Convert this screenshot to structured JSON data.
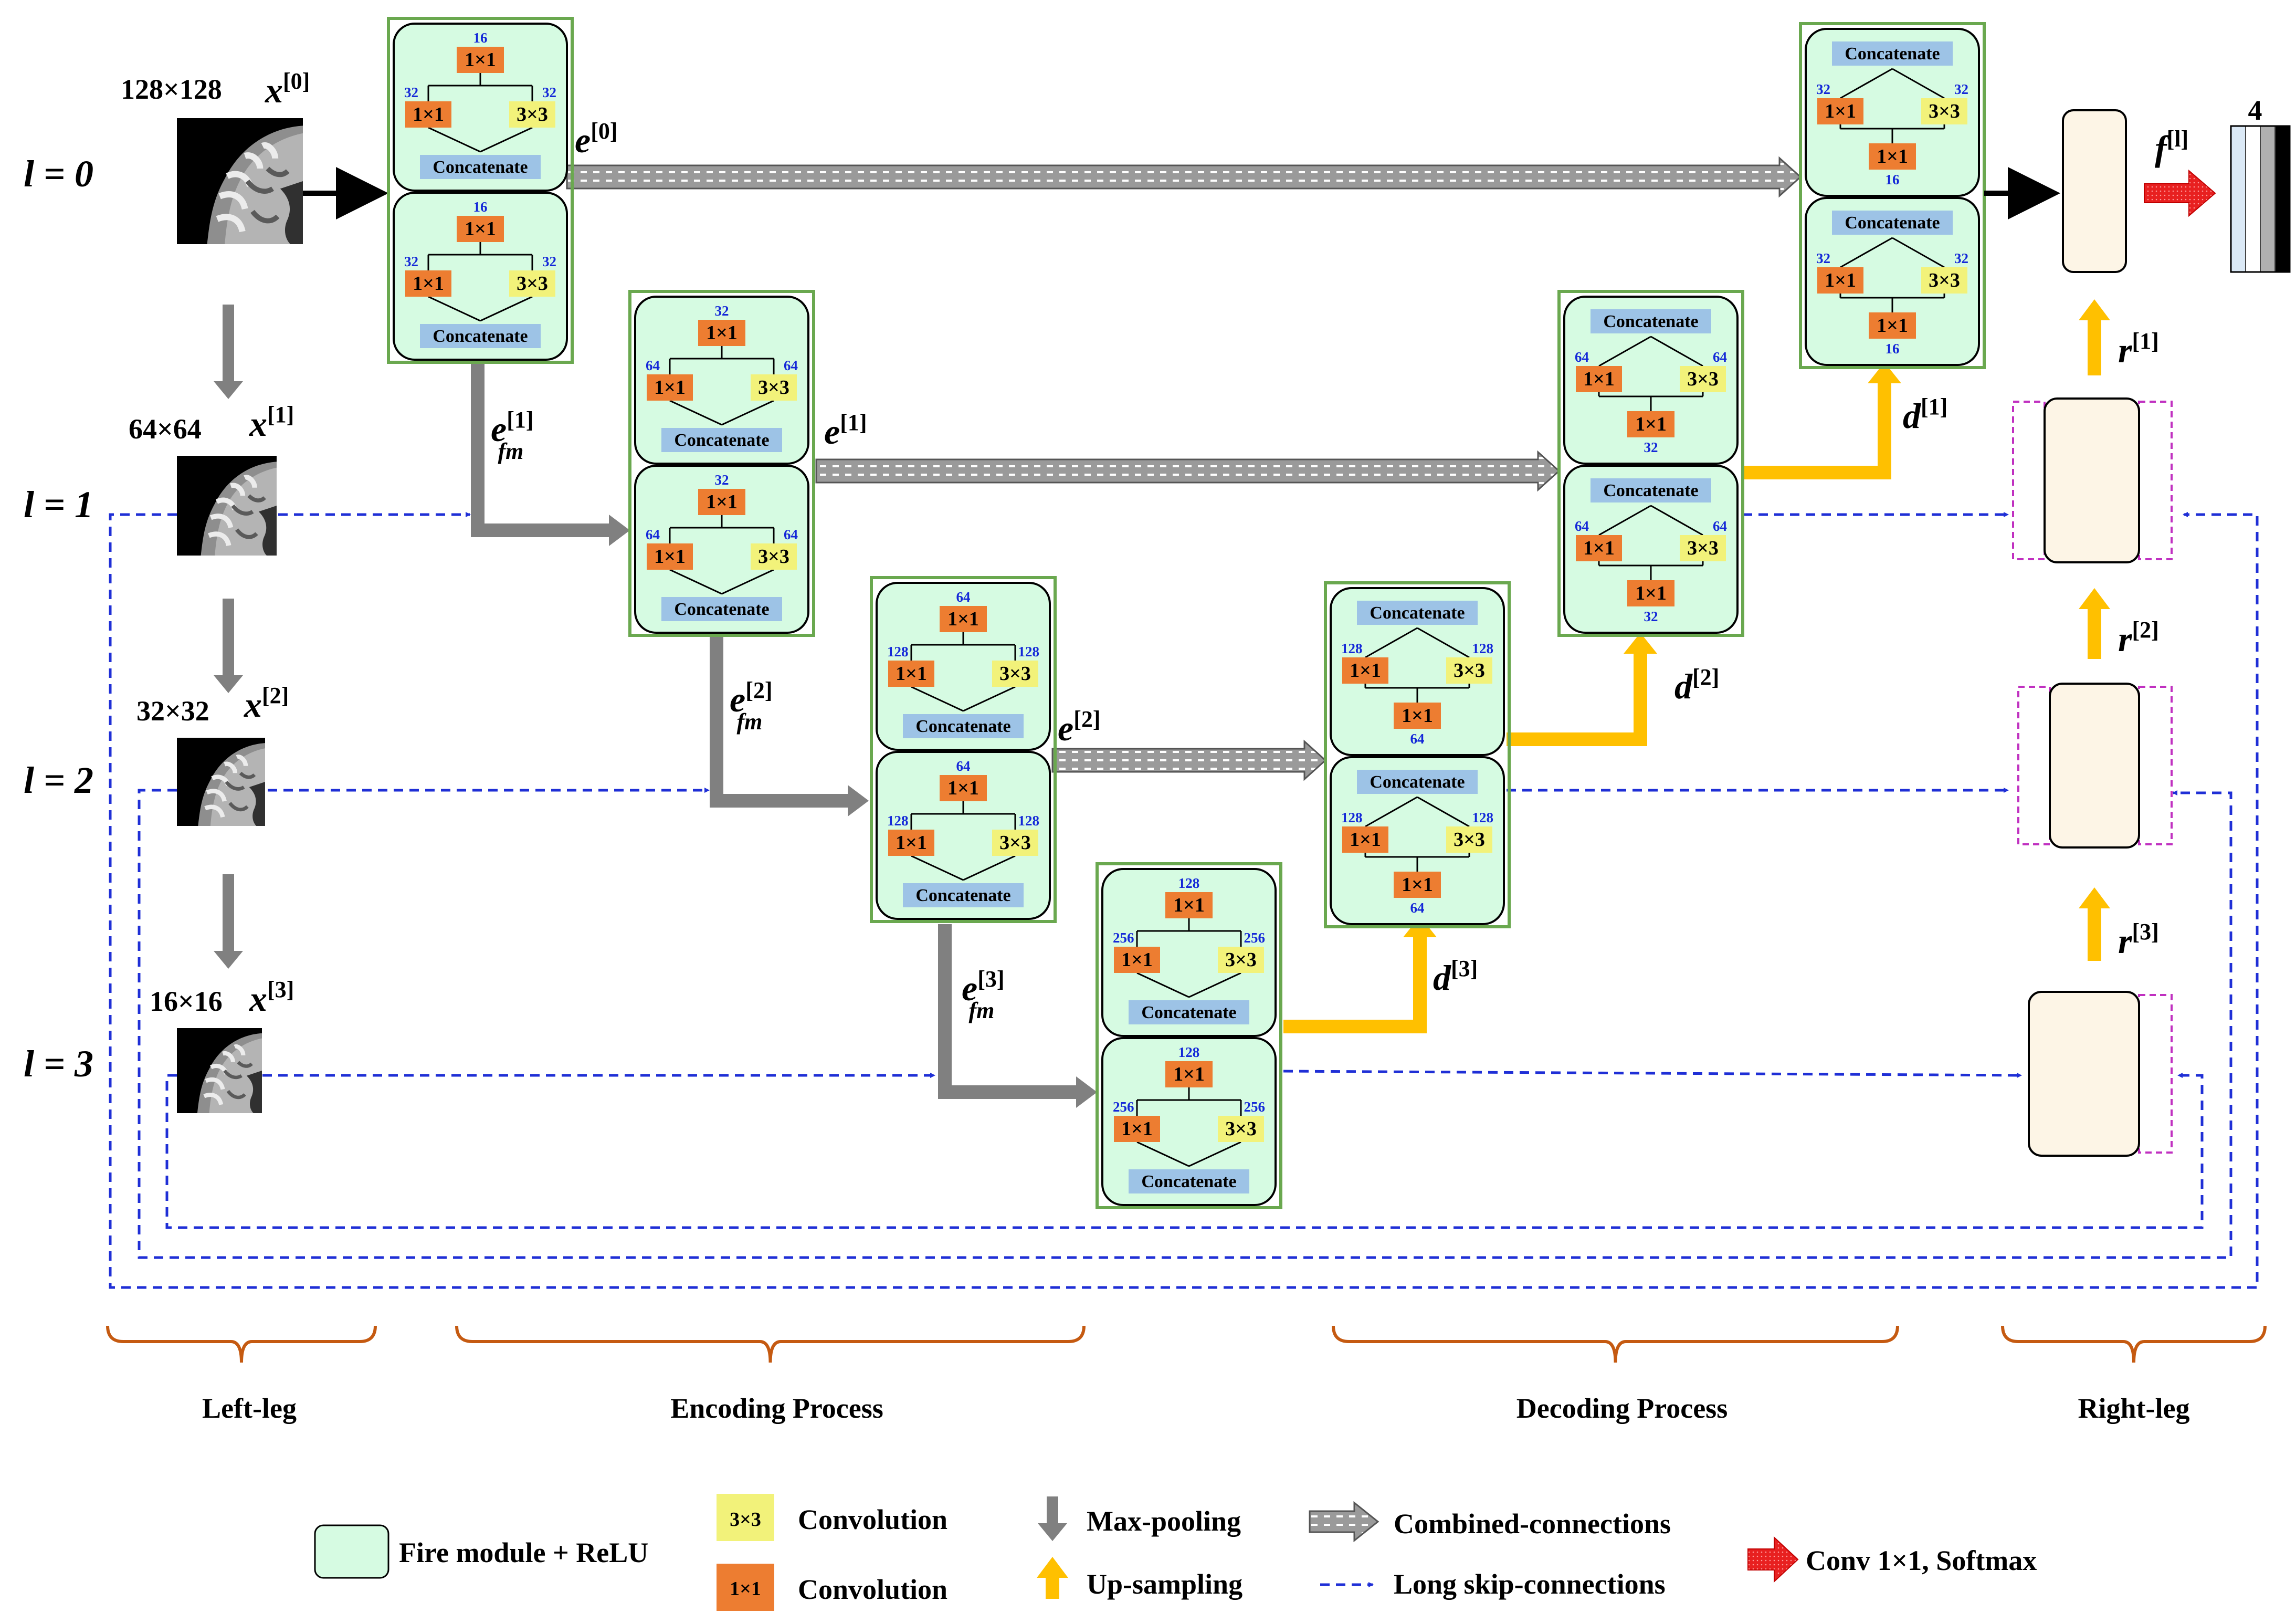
{
  "levels": [
    "l = 0",
    "l = 1",
    "l = 2",
    "l = 3"
  ],
  "input_sizes": [
    "128×128",
    "64×64",
    "32×32",
    "16×16"
  ],
  "x_base": "x",
  "x_sups": [
    "[0]",
    "[1]",
    "[2]",
    "[3]"
  ],
  "e_base": "e",
  "e_sups": [
    "[0]",
    "[1]",
    "[2]"
  ],
  "efm_sub": "fm",
  "efm_sups": [
    "[1]",
    "[2]",
    "[3]"
  ],
  "d_base": "d",
  "d_sups": [
    "[1]",
    "[2]",
    "[3]"
  ],
  "r_base": "r",
  "r_sups": [
    "[1]",
    "[2]",
    "[3]"
  ],
  "f_base": "f",
  "f_sup": "[l]",
  "output_channels": "4",
  "fire_module": {
    "squeeze_label": "1×1",
    "expand1_label": "1×1",
    "expand3_label": "3×3",
    "concat_label": "Concatenate"
  },
  "encoder_channels": [
    {
      "squeeze": "16",
      "expand": "32"
    },
    {
      "squeeze": "32",
      "expand": "64"
    },
    {
      "squeeze": "64",
      "expand": "128"
    },
    {
      "squeeze": "128",
      "expand": "256"
    }
  ],
  "decoder_channels": [
    {
      "squeeze": "16",
      "expand": "32"
    },
    {
      "squeeze": "32",
      "expand": "64"
    },
    {
      "squeeze": "64",
      "expand": "128"
    }
  ],
  "sections": [
    "Left-leg",
    "Encoding Process",
    "Decoding Process",
    "Right-leg"
  ],
  "legend": {
    "fire": "Fire module + ReLU",
    "conv3_box": "3×3",
    "conv3": "Convolution",
    "conv1_box": "1×1",
    "conv1": "Convolution",
    "maxpool": "Max-pooling",
    "upsample": "Up-sampling",
    "combined": "Combined-connections",
    "long_skip": "Long skip-connections",
    "softmax": "Conv 1×1, Softmax"
  },
  "colors": {
    "fire_fill": "#d6fbe2",
    "fire_border": "#6aa84f",
    "conv1": "#ed7d31",
    "conv3": "#f2f27a",
    "concat": "#9dc3e6",
    "maxpool": "#808080",
    "upsample": "#ffc000",
    "skip": "#1f2fd6",
    "rightleg_fill": "#fdf5e6",
    "rightleg_dashed": "#c030c0",
    "softmax": "#e82020",
    "bracket": "#c55a11"
  }
}
